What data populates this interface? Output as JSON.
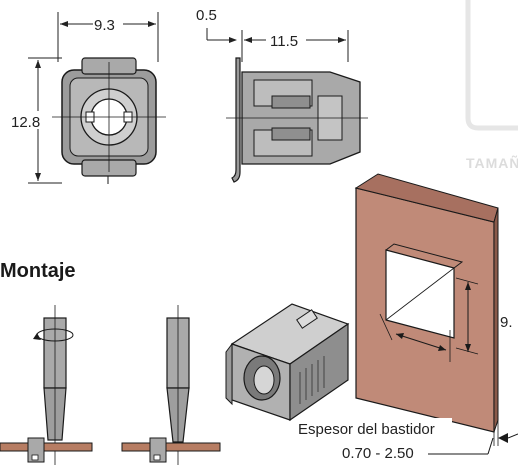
{
  "dimensions": {
    "width_label": "9.3",
    "thickness_label": "0.5",
    "length_label": "11.5",
    "height_label": "12.8",
    "panel_label": "9."
  },
  "size_badge": "TAMAÑO",
  "section_heading": "Montaje",
  "panel_caption": "Espesor del bastidor",
  "panel_range": "0.70 - 2.50",
  "colors": {
    "panel": "#c08a78",
    "panel_edge": "#8a5a4a",
    "part_fill": "#a9a9a9",
    "part_light": "#c9c9c9",
    "part_dark": "#6e6e6e",
    "outline": "#1a1a1a",
    "base_plate": "#b77d63"
  }
}
